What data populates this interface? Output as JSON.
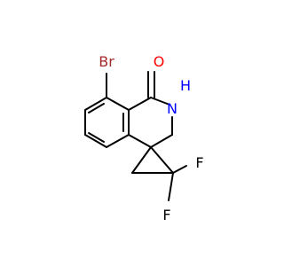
{
  "molecule": {
    "atoms": {
      "bromine": {
        "label": "Br",
        "color": "#a52a2a"
      },
      "oxygen": {
        "label": "O",
        "color": "#ff0000"
      },
      "nitrogen": {
        "label": "N",
        "color": "#0000ff"
      },
      "hydrogen": {
        "label": "H",
        "color": "#0000ff"
      },
      "fluorine_top": {
        "label": "F",
        "color": "#000000"
      },
      "fluorine_bottom": {
        "label": "F",
        "color": "#000000"
      }
    },
    "bond_color": "#000000"
  }
}
